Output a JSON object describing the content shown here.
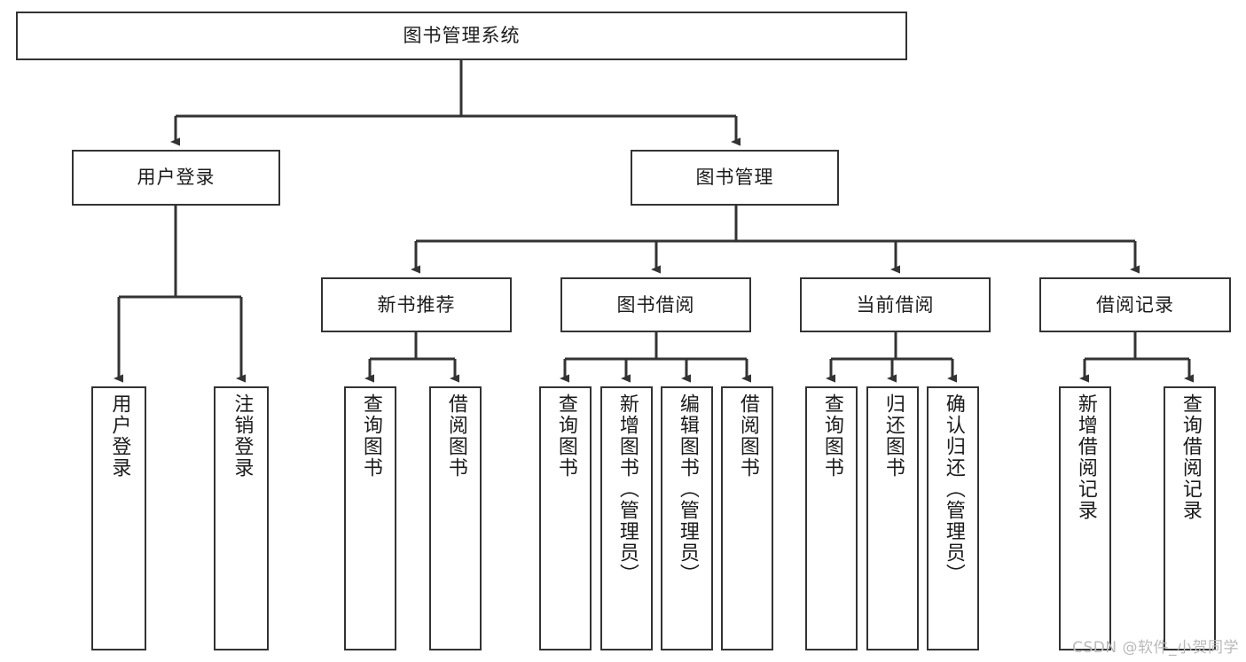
{
  "diagram": {
    "title": "图书管理系统",
    "type": "tree-hierarchy-chart",
    "orientation": "top-down",
    "line_color": "#333333",
    "box_fill": "#ffffff",
    "text_color": "#1b1b1b"
  },
  "root": {
    "label": "图书管理系统"
  },
  "level2": [
    {
      "label": "用户登录"
    },
    {
      "label": "图书管理"
    }
  ],
  "level3": [
    {
      "label": "新书推荐"
    },
    {
      "label": "图书借阅"
    },
    {
      "label": "当前借阅"
    },
    {
      "label": "借阅记录"
    }
  ],
  "leaves": {
    "user_login": [
      {
        "label": "用户登录"
      },
      {
        "label": "注销登录"
      }
    ],
    "new_book_recommend": [
      {
        "label": "查询图书"
      },
      {
        "label": "借阅图书"
      }
    ],
    "book_borrow": [
      {
        "label": "查询图书"
      },
      {
        "label": "新增图书（管理员）"
      },
      {
        "label": "编辑图书（管理员）"
      },
      {
        "label": "借阅图书"
      }
    ],
    "current_borrow": [
      {
        "label": "查询图书"
      },
      {
        "label": "归还图书"
      },
      {
        "label": "确认归还（管理员）"
      }
    ],
    "borrow_record": [
      {
        "label": "新增借阅记录"
      },
      {
        "label": "查询借阅记录"
      }
    ]
  },
  "watermark": {
    "text": "CSDN @软件_小贺同学"
  }
}
